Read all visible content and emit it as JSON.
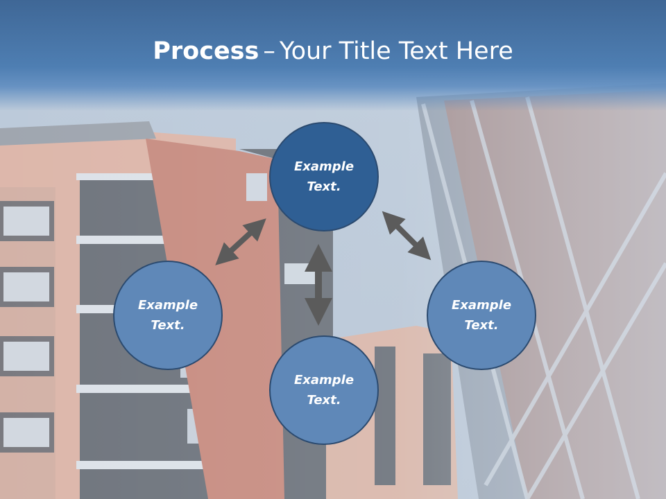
{
  "slide": {
    "title_bold": "Process",
    "title_separator": "–",
    "title_rest": "Your Title Text Here"
  },
  "nodes": [
    {
      "id": "top",
      "line1": "Example",
      "line2": "Text."
    },
    {
      "id": "left",
      "line1": "Example",
      "line2": "Text."
    },
    {
      "id": "right",
      "line1": "Example",
      "line2": "Text."
    },
    {
      "id": "bottom",
      "line1": "Example",
      "line2": "Text."
    }
  ],
  "colors": {
    "title_bar": "#4e7eb2",
    "node_top": "#2f5f94",
    "node_other": "#5f88b8",
    "node_border": "#2b4a6f",
    "arrow": "#5b5b5b"
  }
}
